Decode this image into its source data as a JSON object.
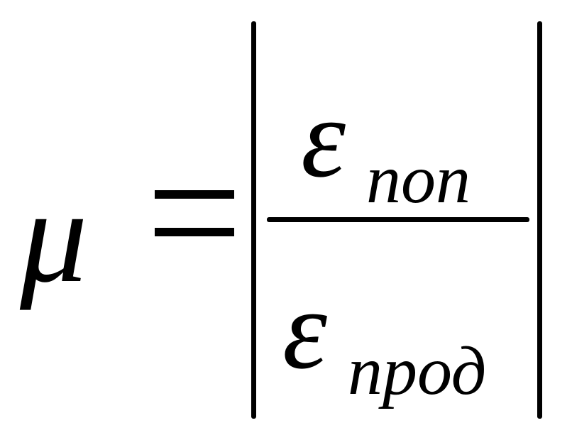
{
  "formula": {
    "lhs": "μ",
    "equals": "=",
    "numerator": {
      "symbol": "ε",
      "subscript": "пoп"
    },
    "denominator": {
      "symbol": "ε",
      "subscript": "прод"
    }
  }
}
